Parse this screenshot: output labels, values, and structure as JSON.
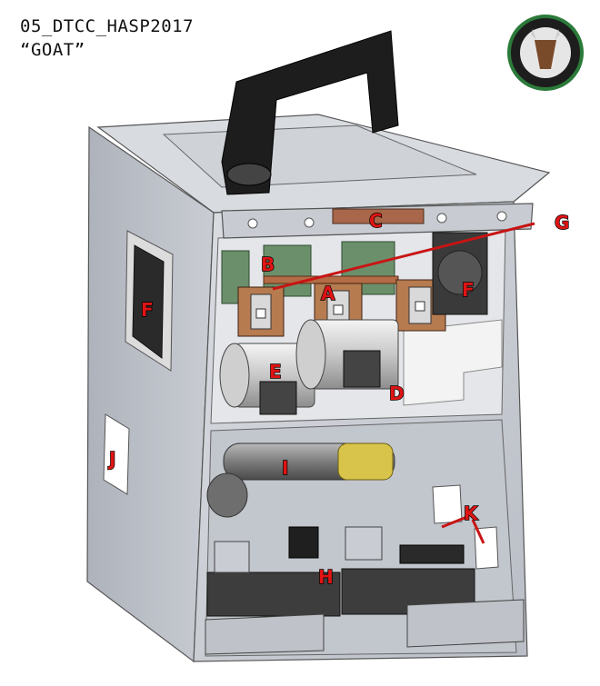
{
  "header": {
    "line1": "05_DTCC_HASP2017",
    "line2": "“GOAT”"
  },
  "callouts": [
    "A",
    "B",
    "C",
    "D",
    "E",
    "F",
    "F",
    "G",
    "H",
    "I",
    "J",
    "K"
  ],
  "colors": {
    "callout": "#e01414",
    "panel": "#cfd2d8",
    "frame": "#9aa0a8",
    "handle": "#1a1a1a"
  }
}
